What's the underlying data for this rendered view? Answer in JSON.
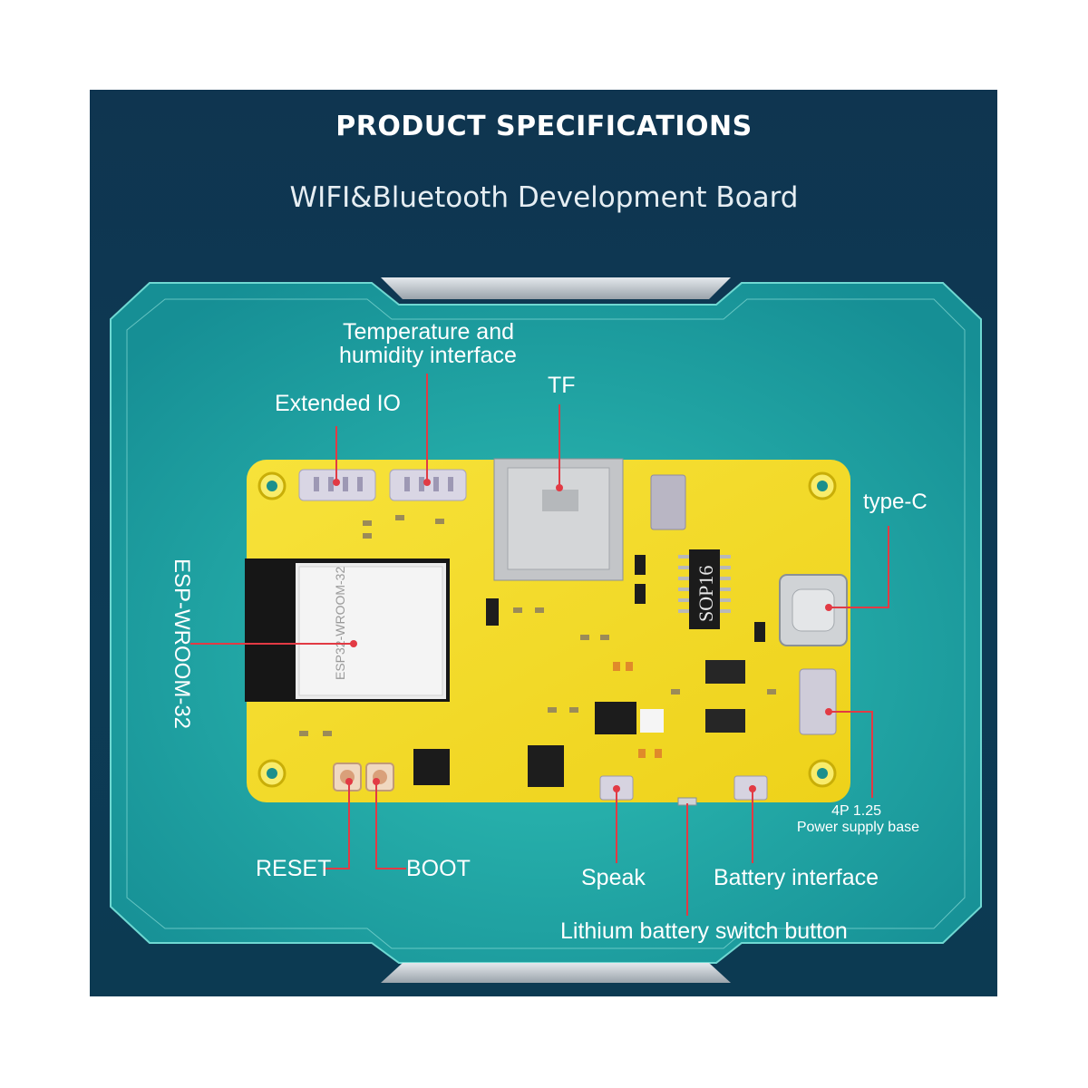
{
  "header": {
    "title": "PRODUCT SPECIFICATIONS",
    "subtitle": "WIFI&Bluetooth Development Board"
  },
  "callouts": {
    "temperature_humidity": [
      "Temperature and",
      "humidity interface"
    ],
    "extended_io": "Extended IO",
    "tf": "TF",
    "type_c": "type-C",
    "module": "ESP-WROOM-32",
    "power_base": [
      "4P 1.25",
      "Power supply base"
    ],
    "reset": "RESET",
    "boot": "BOOT",
    "speak": "Speak",
    "battery": "Battery interface",
    "lithium_switch": "Lithium battery switch button"
  },
  "board_silkscreen": {
    "chip_label": "SOP16",
    "module_label": "ESP32-WROOM-32"
  },
  "colors": {
    "background_navy": "#0e3852",
    "panel_teal": "#1aa3a0",
    "board_yellow": "#f5dc1e",
    "leader_line_red": "#e0303a",
    "text_white": "#ffffff"
  }
}
